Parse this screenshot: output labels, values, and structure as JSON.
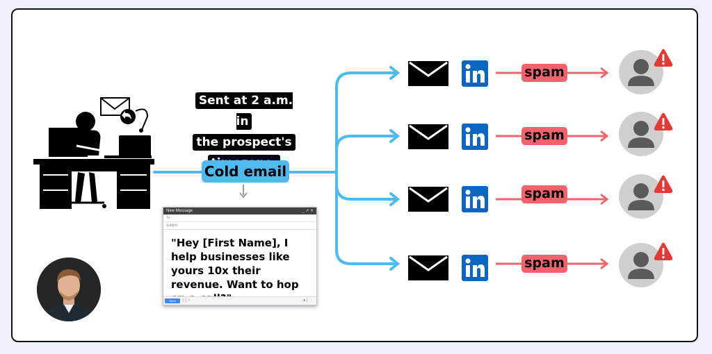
{
  "note": {
    "line1": "Sent at 2 a.m. in",
    "line2": "the prospect's",
    "line3": "timezone."
  },
  "cold_email_label": "Cold email",
  "email_window": {
    "title": "New Message",
    "to_label": "To",
    "subject_label": "Subject",
    "body": "\"Hey [First Name], I help businesses like yours 10x their revenue. Want to hop on a call?\"",
    "send_label": "Send"
  },
  "channels": [
    {
      "platform_icon": "linkedin-icon",
      "message_icon": "envelope-icon",
      "result": "spam",
      "recipient_icon": "user-avatar-icon",
      "alert_icon": "warning-icon"
    },
    {
      "platform_icon": "linkedin-icon",
      "message_icon": "envelope-icon",
      "result": "spam",
      "recipient_icon": "user-avatar-icon",
      "alert_icon": "warning-icon"
    },
    {
      "platform_icon": "linkedin-icon",
      "message_icon": "envelope-icon",
      "result": "spam",
      "recipient_icon": "user-avatar-icon",
      "alert_icon": "warning-icon"
    },
    {
      "platform_icon": "linkedin-icon",
      "message_icon": "envelope-icon",
      "result": "spam",
      "recipient_icon": "user-avatar-icon",
      "alert_icon": "warning-icon"
    }
  ],
  "colors": {
    "flow_blue": "#4dbbf2",
    "spam_red": "#f1646c",
    "linkedin_blue": "#0a66c2",
    "avatar_gray": "#cfcfcf",
    "alert_red": "#e53935"
  }
}
